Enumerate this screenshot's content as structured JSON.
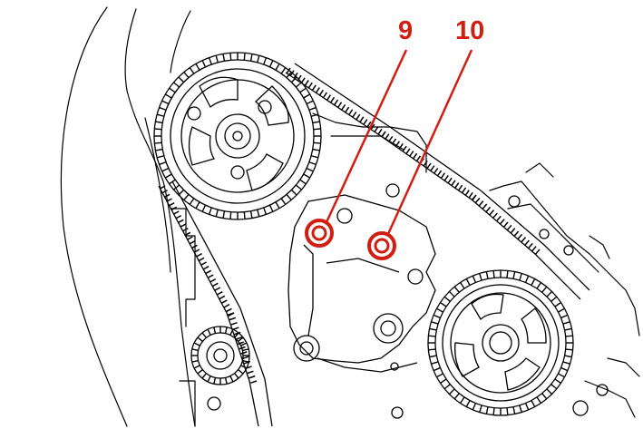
{
  "colors": {
    "line": "#000000",
    "callout": "#d21e12",
    "background": "#ffffff"
  },
  "callouts": [
    {
      "label": "9"
    },
    {
      "label": "10"
    }
  ],
  "icons": [
    "timing-belt-drawing"
  ]
}
